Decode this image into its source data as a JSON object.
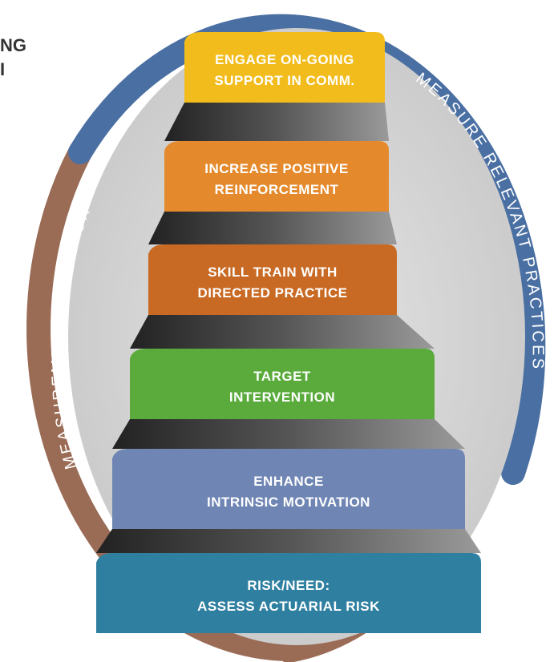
{
  "corner_text": {
    "fragment_line1": "NG",
    "fragment_line2": "I"
  },
  "ring": {
    "left_label": "MEASUREMENT FEEDBACK",
    "right_label": "MEASURE RELEVANT PRACTICES",
    "colors": {
      "left": "#9a6b55",
      "right": "#4a6fa3",
      "inner": "#dcdcdc"
    }
  },
  "steps": [
    {
      "line1": "ENGAGE ON-GOING",
      "line2": "SUPPORT IN COMM.",
      "color": "#f2bc1c"
    },
    {
      "line1": "INCREASE POSITIVE",
      "line2": "REINFORCEMENT",
      "color": "#e58a2c"
    },
    {
      "line1": "SKILL TRAIN WITH",
      "line2": "DIRECTED PRACTICE",
      "color": "#c96a24"
    },
    {
      "line1": "TARGET",
      "line2": "INTERVENTION",
      "color": "#5aab3c"
    },
    {
      "line1": "ENHANCE",
      "line2": "INTRINSIC MOTIVATION",
      "color": "#6f86b4"
    },
    {
      "line1": "RISK/NEED:",
      "line2": "ASSESS ACTUARIAL RISK",
      "color": "#2f7fa0"
    }
  ]
}
